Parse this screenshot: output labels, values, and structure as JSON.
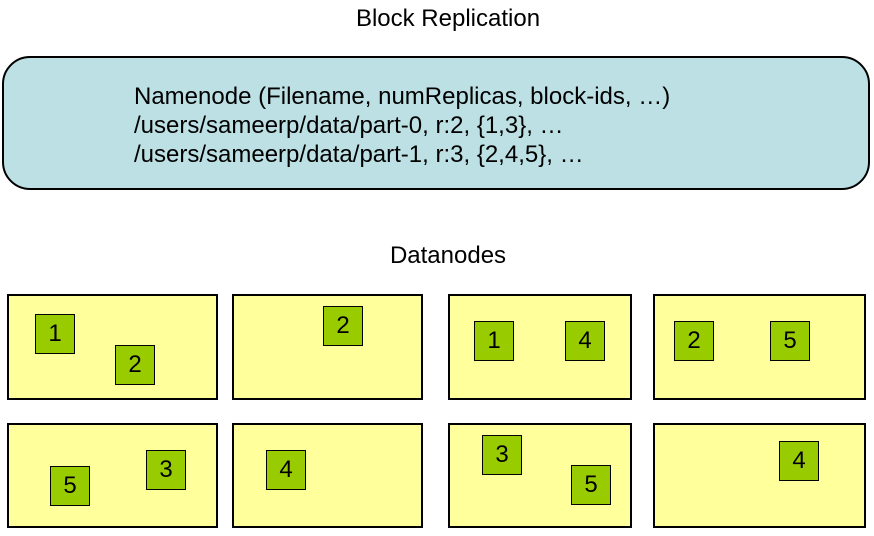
{
  "title": "Block Replication",
  "namenode": {
    "line1": "Namenode (Filename, numReplicas, block-ids, …)",
    "line2": "/users/sameerp/data/part-0, r:2, {1,3}, …",
    "line3": "/users/sameerp/data/part-1, r:3, {2,4,5}, …"
  },
  "datanodes": {
    "heading": "Datanodes",
    "nodes": [
      {
        "blocks": [
          "1",
          "2"
        ]
      },
      {
        "blocks": [
          "2"
        ]
      },
      {
        "blocks": [
          "1",
          "4"
        ]
      },
      {
        "blocks": [
          "2",
          "5"
        ]
      },
      {
        "blocks": [
          "5",
          "3"
        ]
      },
      {
        "blocks": [
          "4"
        ]
      },
      {
        "blocks": [
          "3",
          "5"
        ]
      },
      {
        "blocks": [
          "4"
        ]
      }
    ]
  },
  "colors": {
    "namenode_fill": "#BCE0E4",
    "datanode_fill": "#FFFF9C",
    "block_fill": "#99CC00",
    "border": "#000000"
  }
}
